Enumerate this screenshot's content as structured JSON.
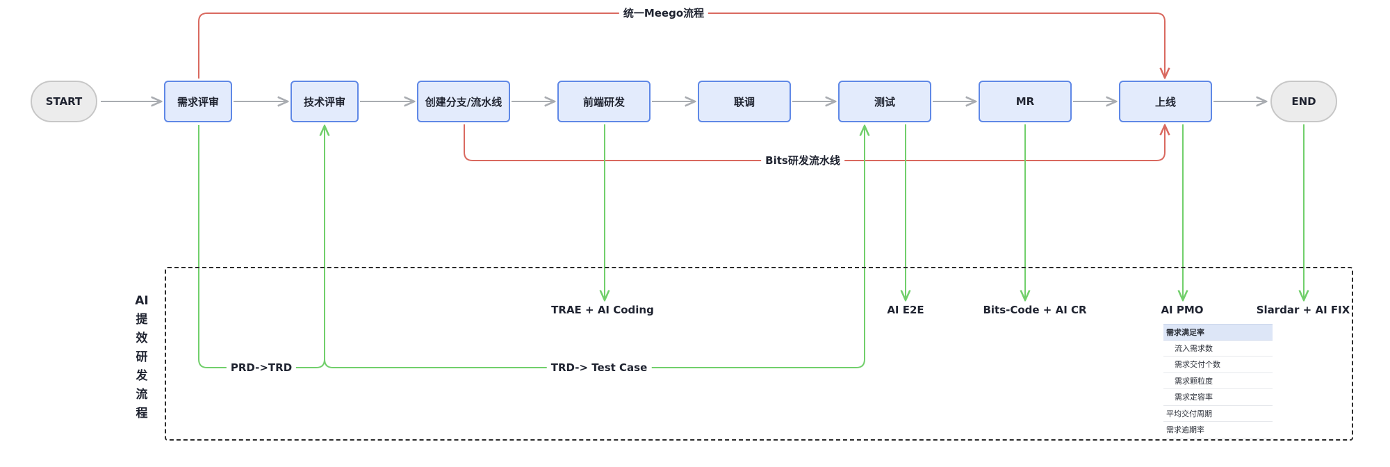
{
  "top_flow": {
    "start": "START",
    "end": "END",
    "steps": [
      "需求评审",
      "技术评审",
      "创建分支/流水线",
      "前端研发",
      "联调",
      "测试",
      "MR",
      "上线"
    ]
  },
  "meego_label": "统一Meego流程",
  "bits_label": "Bits研发流水线",
  "ai_section": {
    "title_chars": [
      "AI",
      "提",
      "效",
      "研",
      "发",
      "流",
      "程"
    ],
    "tools": {
      "coding": "TRAE +  AI Coding",
      "e2e": "AI E2E",
      "cr": "Bits-Code + AI CR",
      "pmo": "AI PMO",
      "fix": "Slardar + AI FIX"
    },
    "prd_trd": "PRD->TRD",
    "trd_test": "TRD-> Test Case"
  },
  "metrics": {
    "header": "需求满足率",
    "rows": [
      {
        "text": "流入需求数",
        "indent": true
      },
      {
        "text": "需求交付个数",
        "indent": true
      },
      {
        "text": "需求颗粒度",
        "indent": true
      },
      {
        "text": "需求定容率",
        "indent": true
      },
      {
        "text": "平均交付周期",
        "indent": false
      },
      {
        "text": "需求逾期率",
        "indent": false
      }
    ]
  },
  "colors": {
    "gray_line": "#a9acb1",
    "red_line": "#d9695f",
    "green_line": "#71cf6b",
    "step_fill": "#e3ebfc",
    "step_border": "#5f88e6"
  }
}
